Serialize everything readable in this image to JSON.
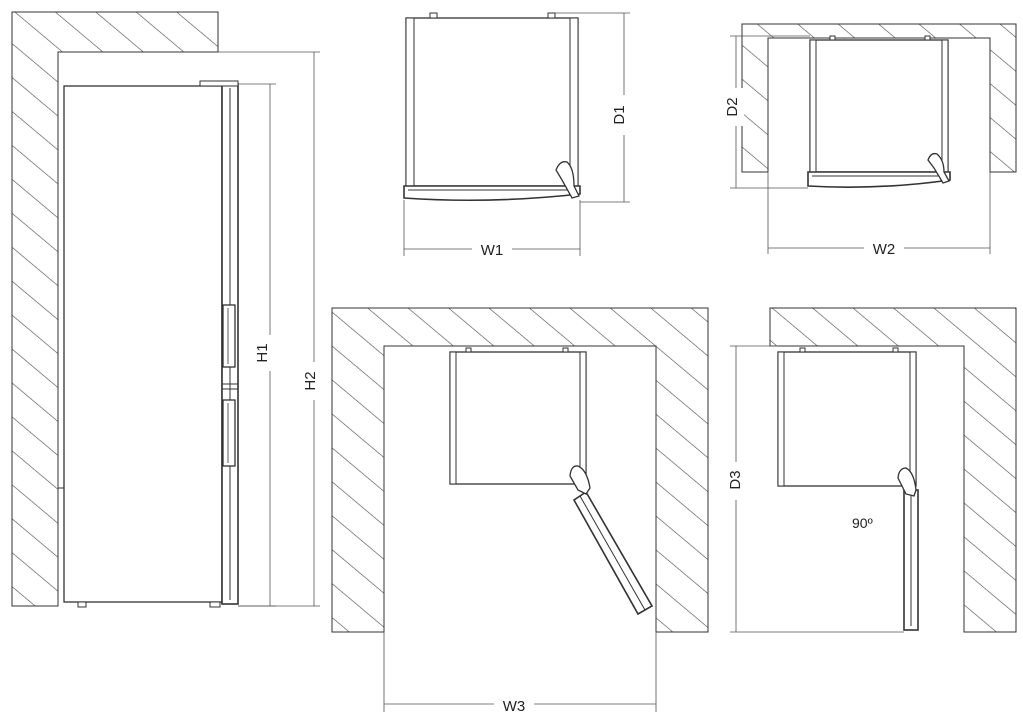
{
  "labels": {
    "h1": "H1",
    "h2": "H2",
    "d1": "D1",
    "w1": "W1",
    "d2": "D2",
    "w2": "W2",
    "d3": "D3",
    "w3": "W3",
    "angle": "90º"
  },
  "colors": {
    "line": "#333333",
    "hatch": "#555555",
    "background": "#ffffff"
  }
}
